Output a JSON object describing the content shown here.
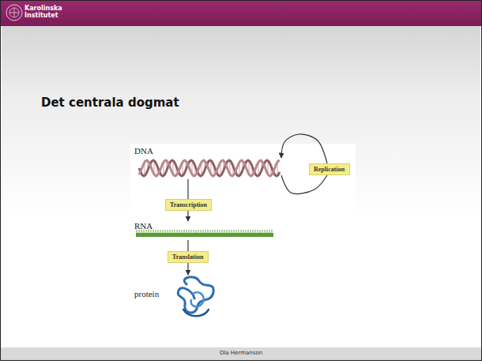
{
  "diagram": {
    "title": "Det centrala dogmat",
    "nodes": [
      {
        "text": [
          "DNA"
        ]
      },
      {
        "text": [
          "Replication"
        ]
      },
      {
        "text": [
          "Transcription"
        ]
      },
      {
        "text": [
          "RNA"
        ]
      },
      {
        "text": [
          "Translation"
        ]
      },
      {
        "text": [
          "protein"
        ]
      }
    ],
    "edges": [
      {
        "from": 0,
        "to": 2,
        "arrow": "none"
      },
      {
        "from": 2,
        "to": 3,
        "arrow": "to"
      },
      {
        "from": 3,
        "to": 4,
        "arrow": "none"
      },
      {
        "from": 4,
        "to": 5,
        "arrow": "to"
      },
      {
        "from": 0,
        "to": 1,
        "arrow": "none"
      },
      {
        "from": 1,
        "to": 0,
        "arrow": "to"
      }
    ],
    "labels": [
      "Karolinska Institutet",
      "Ola Hermanson"
    ]
  }
}
